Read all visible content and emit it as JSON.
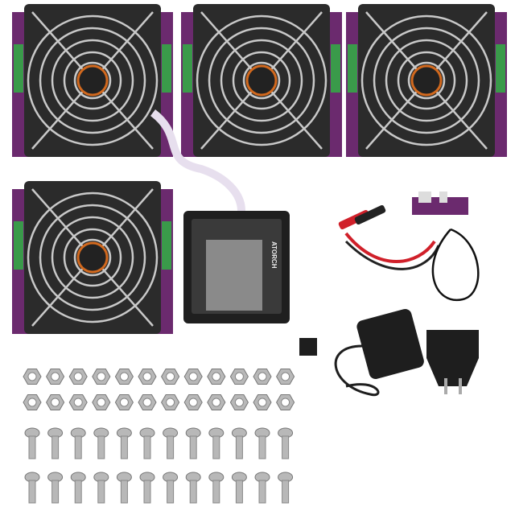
{
  "product": {
    "display_logo": "ATORCH",
    "colors": {
      "background": "#ffffff",
      "pcb": "#6b2a6e",
      "heatsink": "#2b2b2b",
      "fan_grill": "#c9c9c9",
      "fan_hub": "#d2691e",
      "terminal": "#3a9a4a",
      "clip_red": "#d0202a",
      "clip_black": "#222222",
      "metal": "#b8b8b8"
    },
    "load_board_count": 4,
    "nut_rows": 2,
    "nuts_per_row": 12,
    "screw_rows": 2,
    "screws_per_row": 12
  }
}
